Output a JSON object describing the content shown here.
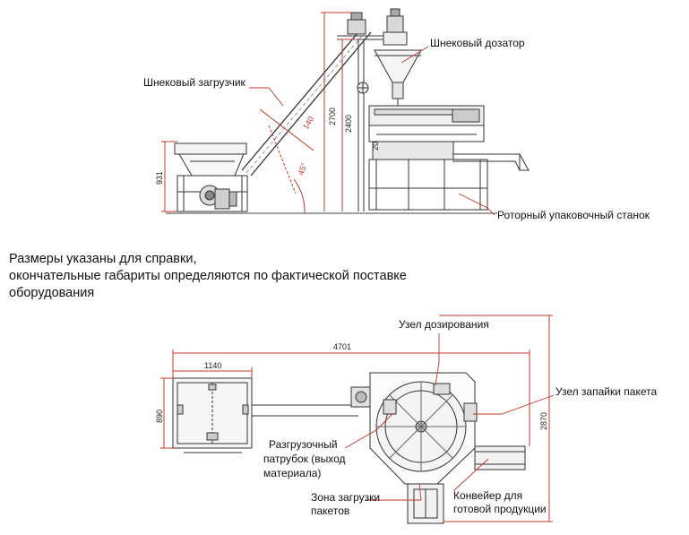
{
  "side_view": {
    "labels": {
      "screw_doser": "Шнековый дозатор",
      "screw_loader": "Шнековый загрузчик",
      "rotary_machine": "Роторный упаковочный станок"
    },
    "dims": {
      "h931": "931",
      "h2700": "2700",
      "h2400": "2400",
      "d140": "140",
      "angle45": "45°",
      "d20": "20"
    }
  },
  "note": {
    "line1": "Размеры указаны для справки,",
    "line2": "окончательные габариты определяются по фактической поставке",
    "line3": "оборудования"
  },
  "top_view": {
    "labels": {
      "dosing_unit": "Узел дозирования",
      "sealing_unit": "Узел запайки пакета",
      "discharge_1": "Разгрузочный",
      "discharge_2": "патрубок (выход",
      "discharge_3": "материала)",
      "bag_zone_1": "Зона загрузки",
      "bag_zone_2": "пакетов",
      "conveyor_1": "Конвейер для",
      "conveyor_2": "готовой продукции"
    },
    "dims": {
      "w4701": "4701",
      "w1140": "1140",
      "h890": "890",
      "h2870": "2870"
    }
  }
}
